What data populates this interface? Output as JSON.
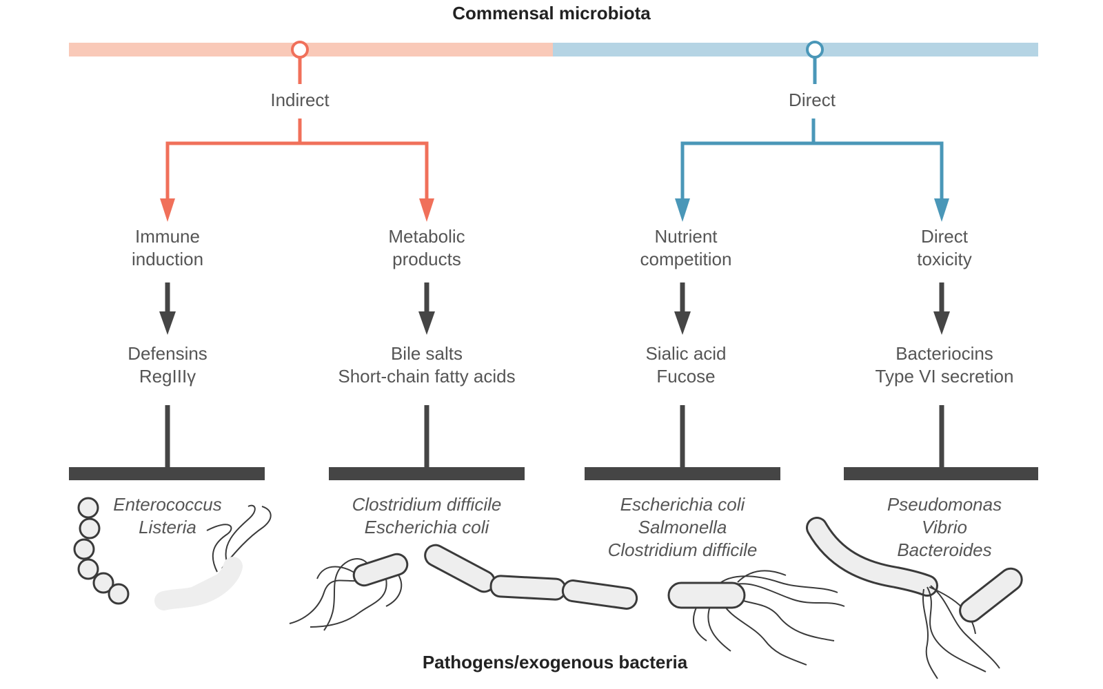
{
  "top_title": "Commensal microbiota",
  "bottom_title": "Pathogens/exogenous bacteria",
  "colors": {
    "indirect": "#f0705a",
    "indirect_bar": "#f9c9b8",
    "direct": "#4a97b8",
    "direct_bar": "#b5d4e4",
    "neutral": "#454545"
  },
  "branches": [
    {
      "label": "Indirect",
      "mechanisms": [
        {
          "name": [
            "Immune",
            "induction"
          ],
          "effectors": [
            "Defensins",
            "RegIIIγ"
          ],
          "pathogens": [
            "Enterococcus",
            "Listeria"
          ]
        },
        {
          "name": [
            "Metabolic",
            "products"
          ],
          "effectors": [
            "Bile salts",
            "Short-chain fatty acids"
          ],
          "pathogens": [
            "Clostridium difficile",
            "Escherichia coli"
          ]
        }
      ]
    },
    {
      "label": "Direct",
      "mechanisms": [
        {
          "name": [
            "Nutrient",
            "competition"
          ],
          "effectors": [
            "Sialic acid",
            "Fucose"
          ],
          "pathogens": [
            "Escherichia coli",
            "Salmonella",
            "Clostridium difficile"
          ]
        },
        {
          "name": [
            "Direct",
            "toxicity"
          ],
          "effectors": [
            "Bacteriocins",
            "Type VI secretion"
          ],
          "pathogens": [
            "Pseudomonas",
            "Vibrio",
            "Bacteroides"
          ]
        }
      ]
    }
  ]
}
